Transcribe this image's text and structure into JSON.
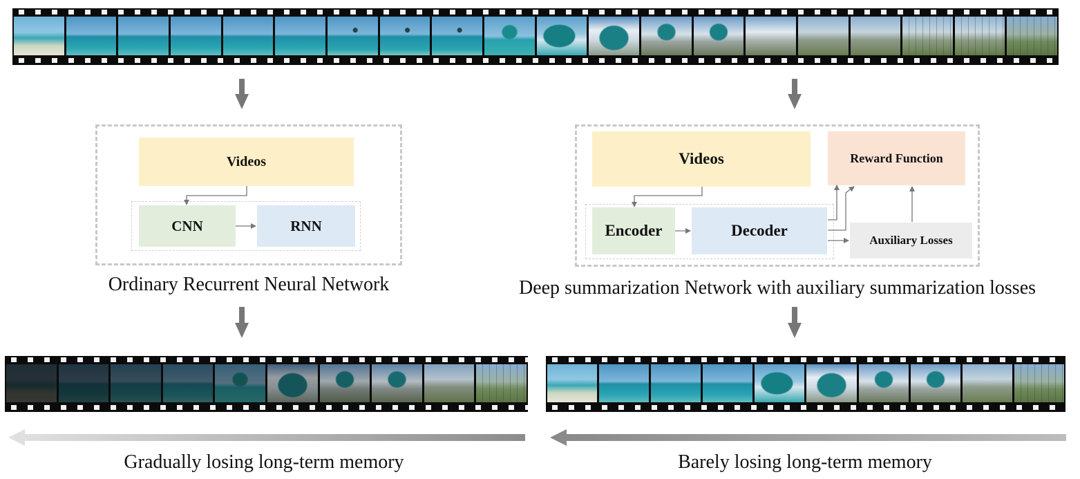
{
  "left_panel": {
    "videos": "Videos",
    "cnn": "CNN",
    "rnn": "RNN",
    "caption": "Ordinary Recurrent Neural Network"
  },
  "right_panel": {
    "videos": "Videos",
    "reward": "Reward Function",
    "encoder": "Encoder",
    "decoder": "Decoder",
    "aux": "Auxiliary Losses",
    "caption": "Deep summarization Network with auxiliary summarization losses"
  },
  "bottom": {
    "left_caption": "Gradually losing long-term memory",
    "right_caption": "Barely losing long-term memory"
  },
  "colors": {
    "videos": "#fdf0c8",
    "cnn": "#e2eedb",
    "rnn": "#dde9f5",
    "encoder": "#e2eedb",
    "decoder": "#dde9f5",
    "reward": "#fbe3d4",
    "aux": "#ececec"
  },
  "strips": {
    "top": [
      "beach",
      "sea",
      "sea",
      "sea",
      "sea",
      "sea",
      "sea-plane",
      "sea-plane",
      "sea-plane",
      "plane",
      "plane-close",
      "plane-cloud",
      "plane-road",
      "plane-road",
      "cloud-road",
      "road-fence",
      "road-fence",
      "fence",
      "fence",
      "fence-hill"
    ],
    "bottom_left": [
      "beach",
      "sea",
      "sea",
      "sea",
      "plane",
      "plane-cloud",
      "plane-road",
      "plane-road",
      "road-fence",
      "fence-hill"
    ],
    "bottom_right": [
      "beach",
      "sea",
      "sea",
      "sea",
      "plane-close",
      "plane-cloud",
      "plane-road",
      "plane-road",
      "road-fence",
      "fence-hill"
    ]
  }
}
